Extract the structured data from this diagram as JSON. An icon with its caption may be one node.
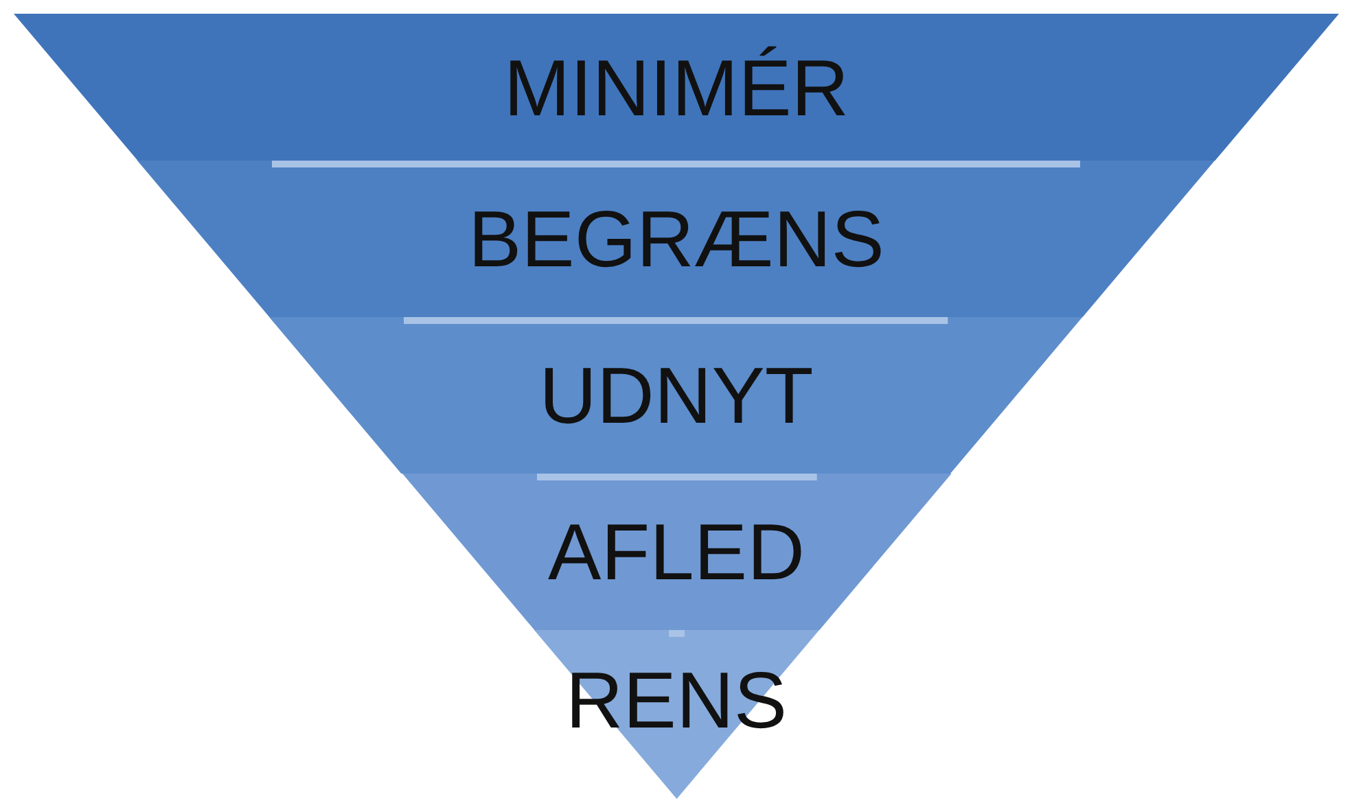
{
  "diagram": {
    "nodes": [
      {
        "text": [
          "MINIMÉR"
        ]
      },
      {
        "text": [
          "BEGRÆNS"
        ]
      },
      {
        "text": [
          "UDNYT"
        ]
      },
      {
        "text": [
          "AFLED"
        ]
      },
      {
        "text": [
          "RENS"
        ]
      }
    ]
  }
}
